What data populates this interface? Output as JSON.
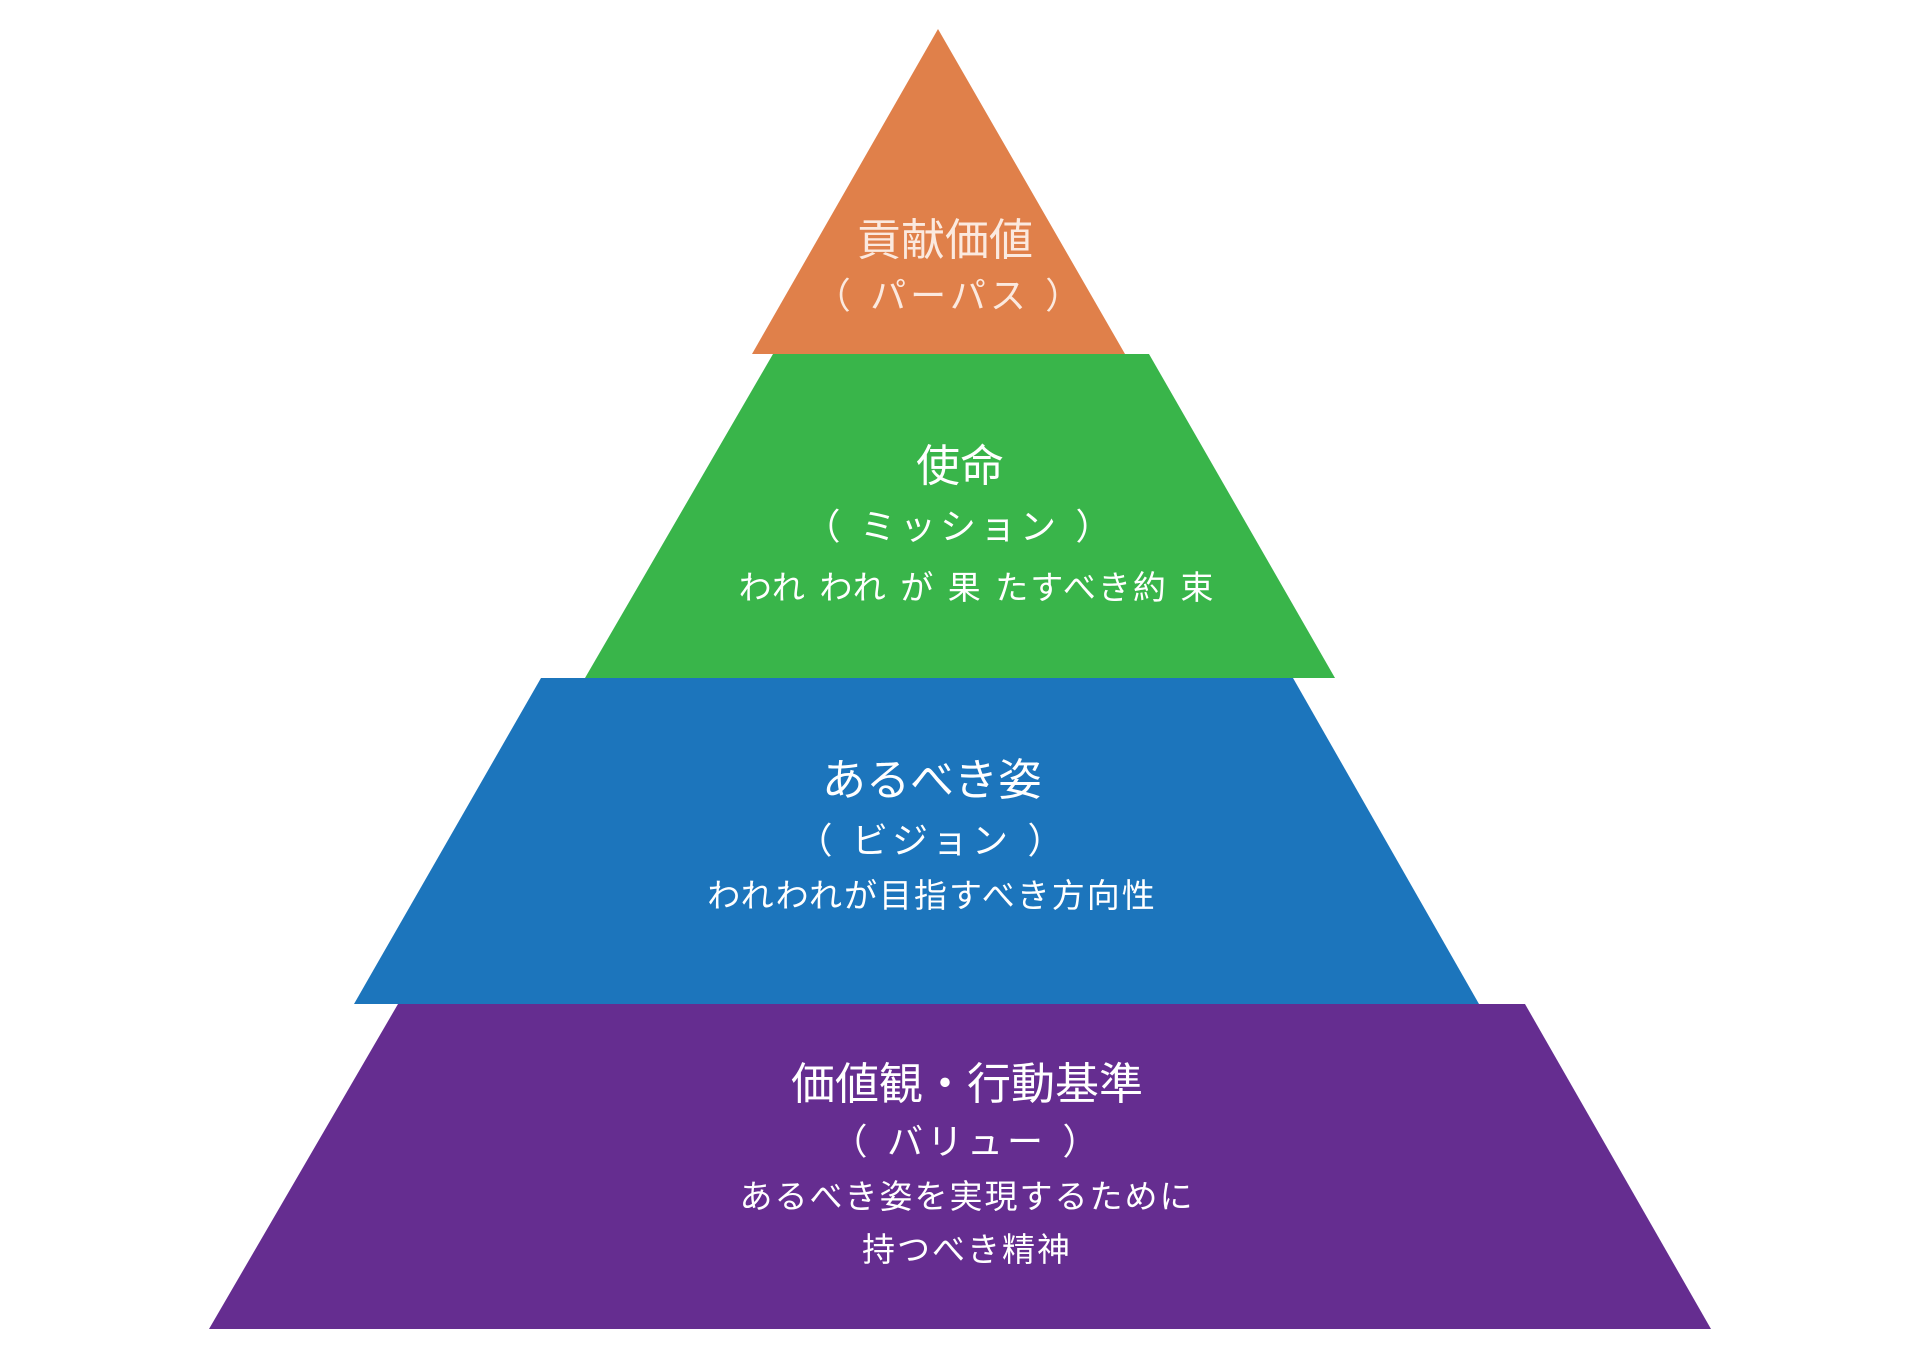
{
  "colors": {
    "purpose": "#E0804A",
    "mission": "#39B54A",
    "vision": "#1C75BC",
    "values": "#652D90"
  },
  "levels": {
    "purpose": {
      "title": "貢献価値",
      "subtitle": "（ パーパス ）"
    },
    "mission": {
      "title": "使命",
      "subtitle": "（ ミッション ）",
      "description": "われ われ が 果 たすべき約 束"
    },
    "vision": {
      "title": "あるべき姿",
      "subtitle": "（ ビジョン ）",
      "description": "われわれが目指すべき方向性"
    },
    "values": {
      "title": "価値観・行動基準",
      "subtitle": "（ バリュー ）",
      "description_line1": "あるべき姿を実現するために",
      "description_line2": "持つべき精神"
    }
  }
}
